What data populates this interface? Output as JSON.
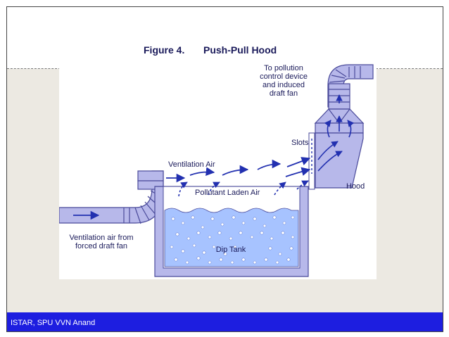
{
  "slide": {
    "footer_text": "ISTAR, SPU VVN Anand"
  },
  "figure": {
    "figure_number": "Figure 4.",
    "title": "Push-Pull Hood",
    "labels": {
      "destination_line1": "To pollution",
      "destination_line2": "control device",
      "destination_line3": "and induced",
      "destination_line4": "draft fan",
      "slots": "Slots",
      "ventilation_air": "Ventilation Air",
      "pollutant_laden_air": "Pollutant Laden Air",
      "hood": "Hood",
      "ventilation_from_line1": "Ventilation air from",
      "ventilation_from_line2": "forced draft fan",
      "dip_tank": "Dip Tank"
    },
    "colors": {
      "duct_fill": "#b7b8ea",
      "duct_stroke": "#4a4a9a",
      "liquid_fill": "#a7c3ff",
      "arrow": "#2230b0",
      "text": "#1a1a5a"
    }
  }
}
